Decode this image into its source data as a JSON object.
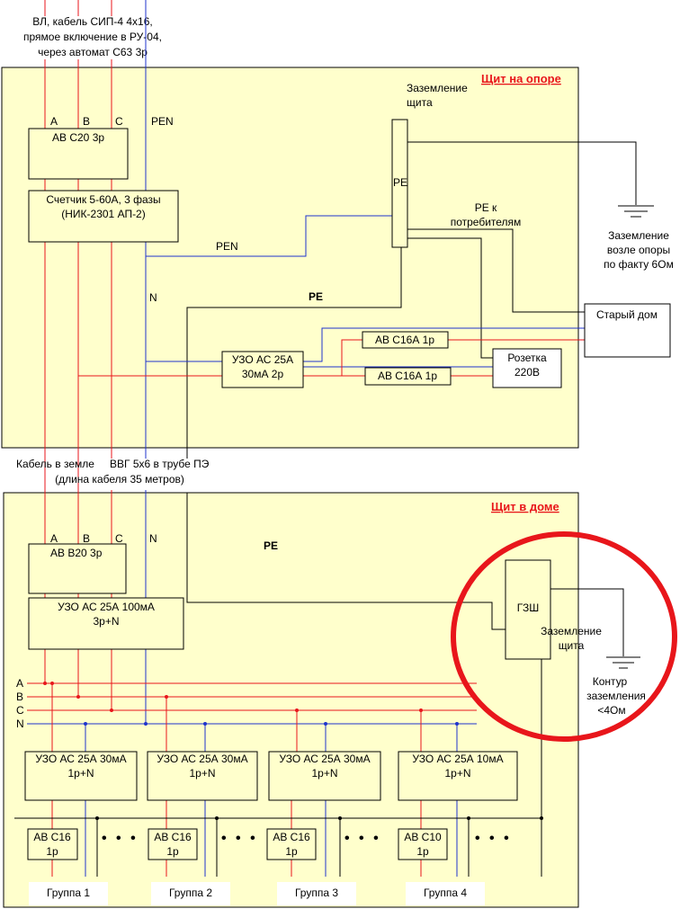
{
  "input_caption": [
    "ВЛ, кабель СИП-4 4х16,",
    "прямое включение в РУ-04,",
    "через автомат С63 3р"
  ],
  "pole_panel": {
    "title": "Щит на опоре",
    "phase_labels": [
      "A",
      "B",
      "C"
    ],
    "pen_label": "PEN",
    "pen_label2": "PEN",
    "n_label": "N",
    "pe_label": "PE",
    "breaker": "АВ С20 3р",
    "meter_line1": "Счетчик 5-60А, 3 фазы",
    "meter_line2": "(НИК-2301 АП-2)",
    "ground_caption": [
      "Заземление",
      "щита"
    ],
    "pe_bus_label": "PE",
    "pe_consumers": [
      "PE к",
      "потребителям"
    ],
    "ground_note": [
      "Заземление",
      "возле опоры",
      "по факту 6Ом"
    ],
    "rcd_line1": "УЗО АС 25А",
    "rcd_line2": "30мА 2р",
    "breaker_upper": "АВ С16А 1р",
    "breaker_lower": "АВ С16А 1р",
    "old_house": "Старый дом",
    "socket_line1": "Розетка",
    "socket_line2": "220В"
  },
  "cable_caption": {
    "line1_left": "Кабель в земле",
    "line1_right": "ВВГ 5х6 в трубе ПЭ",
    "line2": "(длина кабеля 35 метров)"
  },
  "house_panel": {
    "title": "Щит в доме",
    "phase_labels": [
      "A",
      "B",
      "C"
    ],
    "n_label": "N",
    "pe_label": "PE",
    "main_breaker": "АВ В20 3р",
    "main_rcd_line1": "УЗО АС 25А 100мА",
    "main_rcd_line2": "3р+N",
    "bus_labels": [
      "A",
      "B",
      "C",
      "N"
    ],
    "gzsh": "ГЗШ",
    "gzsh_caption": [
      "Заземление",
      "щита"
    ],
    "contour_caption": [
      "Контур",
      "заземления",
      "<4Ом"
    ],
    "rcds": [
      {
        "line1": "УЗО АС 25А 30мА",
        "line2": "1р+N"
      },
      {
        "line1": "УЗО АС 25А 30мА",
        "line2": "1р+N"
      },
      {
        "line1": "УЗО АС 25А 30мА",
        "line2": "1р+N"
      },
      {
        "line1": "УЗО АС 25А 10мА",
        "line2": "1р+N"
      }
    ],
    "group_breakers": [
      {
        "line1": "АВ С16",
        "line2": "1р"
      },
      {
        "line1": "АВ С16",
        "line2": "1р"
      },
      {
        "line1": "АВ С16",
        "line2": "1р"
      },
      {
        "line1": "АВ С10",
        "line2": "1р"
      }
    ],
    "more_marker": "• • •",
    "groups": [
      "Группа 1",
      "Группа 2",
      "Группа 3",
      "Группа 4"
    ]
  },
  "colors": {
    "panel_fill": "#ffffcc",
    "phase": "#e8161b",
    "neutral": "#1f33cc",
    "pe": "#000000",
    "highlight_circle": "#e8161b"
  }
}
